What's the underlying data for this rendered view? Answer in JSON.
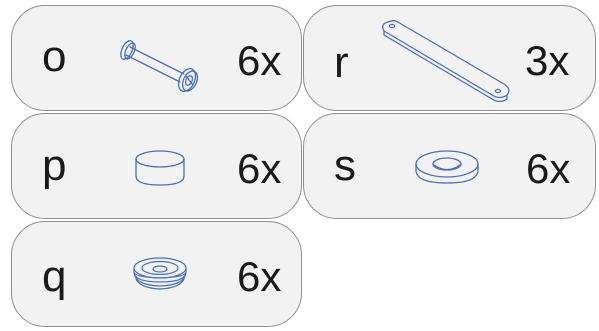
{
  "colors": {
    "card_background": "#f2f2f2",
    "card_border": "#8f8f8f",
    "part_line": "#4a6fb5",
    "text": "#1a1a1a"
  },
  "parts": [
    {
      "letter": "o",
      "quantity": "6x",
      "icon": "axle-pin-icon"
    },
    {
      "letter": "r",
      "quantity": "3x",
      "icon": "flat-bar-link-icon"
    },
    {
      "letter": "p",
      "quantity": "6x",
      "icon": "round-cap-icon"
    },
    {
      "letter": "s",
      "quantity": "6x",
      "icon": "flat-washer-icon"
    },
    {
      "letter": "q",
      "quantity": "6x",
      "icon": "cup-washer-icon"
    }
  ]
}
